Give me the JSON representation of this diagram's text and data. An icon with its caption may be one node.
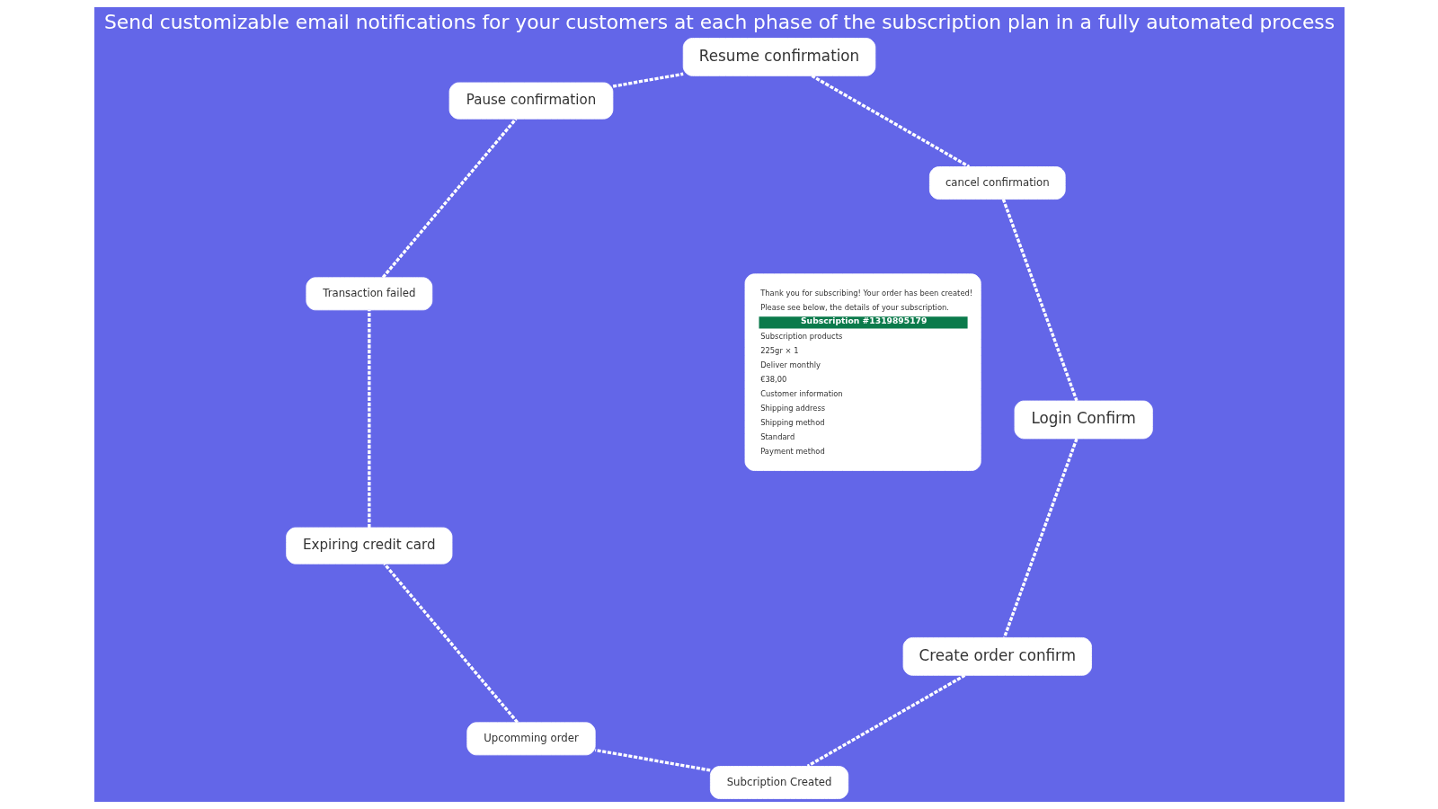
{
  "diagram": {
    "title": "Send customizable email notifications for your customers at each phase of the subscription plan in a fully automated process",
    "nodes": [
      {
        "text": [
          "Create order confirm"
        ]
      },
      {
        "text": [
          "Subcription Created"
        ]
      },
      {
        "text": [
          "Login Confirm"
        ]
      },
      {
        "text": [
          "Thank you for subscribing! Your order has been created!",
          "Please see below, the details of your subscription.",
          "Subscription #1319895179",
          "Subscription products",
          "225gr × 1",
          "Deliver monthly",
          "€38,00",
          "Customer information",
          "Shipping address",
          "Shipping method",
          "Standard",
          "Payment method"
        ]
      },
      {
        "text": [
          "Upcomming order"
        ]
      },
      {
        "text": [
          "cancel confirmation"
        ]
      },
      {
        "text": [
          "Expiring credit card"
        ]
      },
      {
        "text": [
          "Resume confirmation"
        ]
      },
      {
        "text": [
          "Transaction failed"
        ]
      },
      {
        "text": [
          "Pause confirmation"
        ]
      }
    ],
    "edges": [
      {
        "from": 0,
        "to": 1,
        "arrow": "none",
        "style": "dashed"
      },
      {
        "from": 1,
        "to": 4,
        "arrow": "none",
        "style": "dashed"
      },
      {
        "from": 4,
        "to": 6,
        "arrow": "none",
        "style": "dashed"
      },
      {
        "from": 6,
        "to": 8,
        "arrow": "none",
        "style": "dashed"
      },
      {
        "from": 8,
        "to": 9,
        "arrow": "none",
        "style": "dashed"
      },
      {
        "from": 9,
        "to": 7,
        "arrow": "none",
        "style": "dashed"
      },
      {
        "from": 7,
        "to": 5,
        "arrow": "none",
        "style": "dashed"
      },
      {
        "from": 5,
        "to": 2,
        "arrow": "none",
        "style": "dashed"
      },
      {
        "from": 2,
        "to": 0,
        "arrow": "none",
        "style": "dashed"
      }
    ]
  }
}
